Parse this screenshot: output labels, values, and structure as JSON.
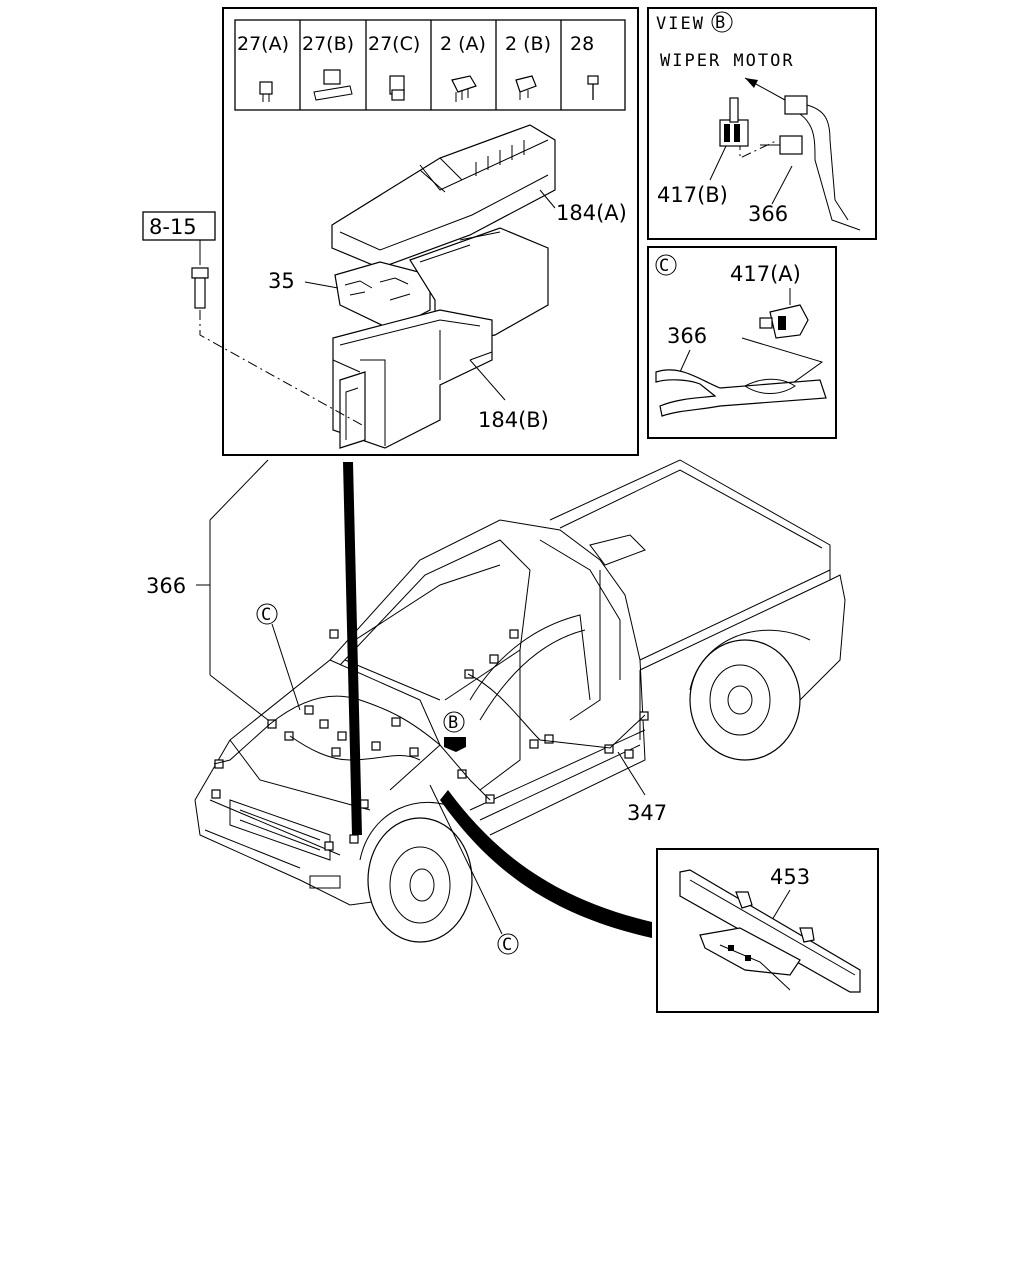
{
  "table": {
    "headers": [
      "27(A)",
      "27(B)",
      "27(C)",
      "2 (A)",
      "2 (B)",
      "28"
    ]
  },
  "ref": {
    "label": "8-15"
  },
  "callouts": {
    "p184a": "184(A)",
    "p184b": "184(B)",
    "p35": "35",
    "p366_left": "366",
    "p347": "347",
    "p453": "453"
  },
  "view_b": {
    "title_prefix": "VIEW",
    "title_letter": "B",
    "subtitle": "WIPER MOTOR",
    "p417b": "417(B)",
    "p366": "366"
  },
  "view_c": {
    "letter": "C",
    "p417a": "417(A)",
    "p366": "366"
  },
  "markers": {
    "c_top": "C",
    "c_bottom": "C",
    "b_arrow": "B"
  }
}
